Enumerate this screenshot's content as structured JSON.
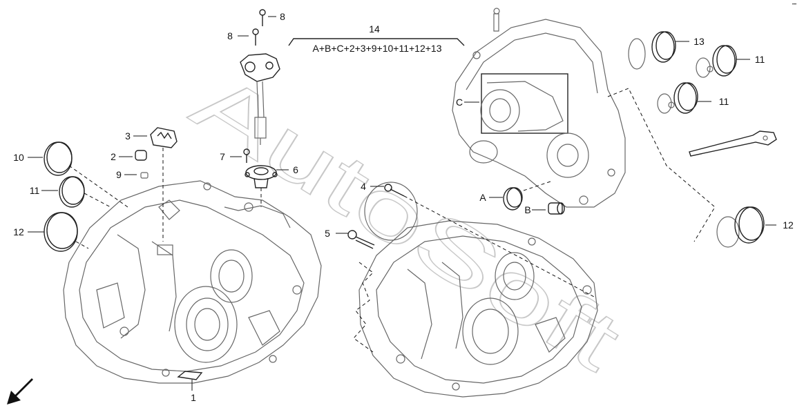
{
  "diagram": {
    "assembly_label": "A+B+C+2+3+9+10+11+12+13",
    "assembly_number": "14",
    "callouts": {
      "c1": "1",
      "c2": "2",
      "c3": "3",
      "c4": "4",
      "c5": "5",
      "c6": "6",
      "c7": "7",
      "c8a": "8",
      "c8b": "8",
      "c9": "9",
      "c10": "10",
      "c11a": "11",
      "c11b": "11",
      "c11c": "11",
      "c12a": "12",
      "c12b": "12",
      "c13": "13",
      "cA": "A",
      "cB": "B",
      "cC": "C"
    },
    "corner_mark": "•••",
    "direction_icon": "arrow-down-left-icon"
  },
  "watermark": {
    "text": "AutoSoft"
  }
}
